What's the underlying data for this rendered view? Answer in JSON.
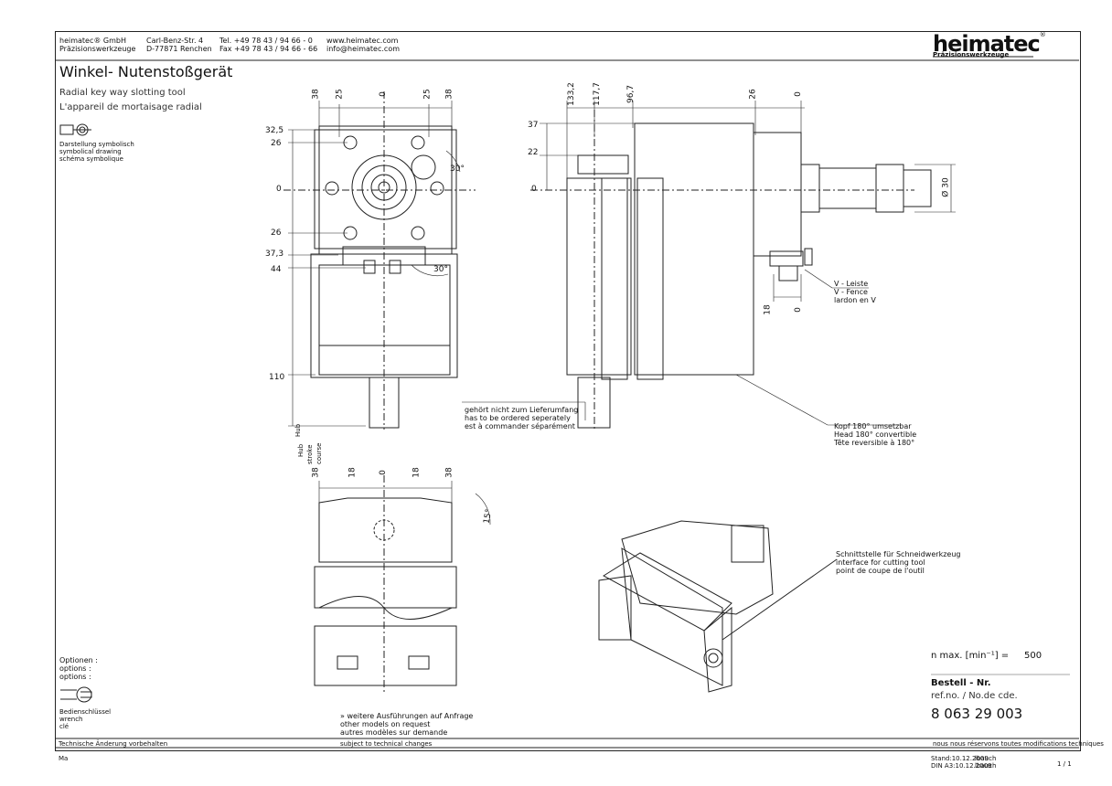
{
  "header": {
    "company": [
      "heimatec® GmbH",
      "Präzisionswerkzeuge"
    ],
    "address": [
      "Carl-Benz-Str. 4",
      "D-77871 Renchen"
    ],
    "phone": [
      "Tel. +49 78 43 / 94 66 - 0",
      "Fax +49 78 43 / 94 66 - 66"
    ],
    "web": [
      "www.heimatec.com",
      "info@heimatec.com"
    ],
    "logo_main": "heima",
    "logo_accent": "tec",
    "logo_sub": "Präzisionswerkzeuge",
    "logo_reg": "®"
  },
  "title": {
    "de": "Winkel- Nutenstoßgerät",
    "en": "Radial key way slotting tool",
    "fr": "L'appareil de mortaisage radial"
  },
  "symbol_note": [
    "Darstellung symbolisch",
    "symbolical drawing",
    "schéma symbolique"
  ],
  "options": [
    "Optionen :",
    "options :",
    "options :"
  ],
  "wrench": [
    "Bedienschlüssel",
    "wrench",
    "clé"
  ],
  "footer": {
    "left": "Technische Änderung vorbehalten",
    "mid": "subject to technical changes",
    "right": "nous nous réservons toutes modifications techniques",
    "mark": "Ma",
    "stand": [
      "Stand:10.12.2009",
      "DIN A3:10.12.2009"
    ],
    "author": [
      "lbauch",
      "lbauch"
    ],
    "page": "1 / 1"
  },
  "notes": {
    "separate": [
      "gehört nicht zum Lieferumfang",
      "has to be ordered seperately",
      "est à commander séparément"
    ],
    "head": [
      "Kopf 180° umsetzbar",
      "Head 180° convertible",
      "Tête reversible à 180°"
    ],
    "vleiste": [
      "V - Leiste",
      "V - Fence",
      "lardon en V"
    ],
    "interface": [
      "Schnittstelle für Schneidwerkzeug",
      "interface for cutting tool",
      "point de coupe de l'outil"
    ],
    "more": [
      "» weitere Ausführungen auf Anfrage",
      "other models on request",
      "autres modèles sur demande"
    ],
    "stroke": [
      "Hub",
      "stroke",
      "course"
    ]
  },
  "dims": {
    "front_top": [
      "38",
      "25",
      "0",
      "25",
      "38"
    ],
    "front_left": [
      "32,5",
      "26",
      "0",
      "26",
      "37,3",
      "44",
      "110"
    ],
    "angle": "30°",
    "side_top": [
      "133,2",
      "117,7",
      "96,7",
      "26",
      "0"
    ],
    "side_left": [
      "37",
      "22",
      "0"
    ],
    "side_v": [
      "18",
      "0"
    ],
    "dia": "Ø 30",
    "bottom_top": [
      "38",
      "18",
      "0",
      "18",
      "38"
    ],
    "bottom_angle": "15°"
  },
  "spec": {
    "speed_label": "n  max.  [min⁻¹] =",
    "speed_value": "500",
    "order_label": "Bestell - Nr.",
    "order_sub": "ref.no. / No.de cde.",
    "order_no": "8 063 29 003"
  }
}
